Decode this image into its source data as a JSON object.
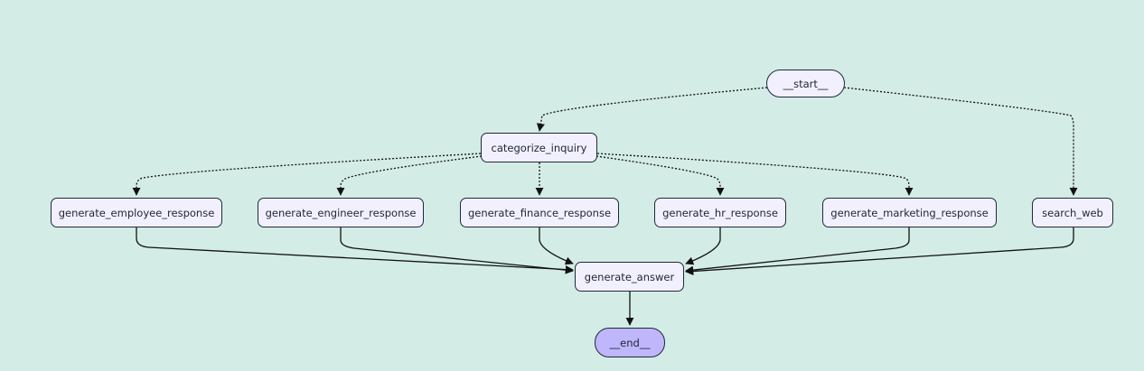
{
  "graph": {
    "nodes": {
      "start": "__start__",
      "categorize": "categorize_inquiry",
      "employee": "generate_employee_response",
      "engineer": "generate_engineer_response",
      "finance": "generate_finance_response",
      "hr": "generate_hr_response",
      "marketing": "generate_marketing_response",
      "search": "search_web",
      "answer": "generate_answer",
      "end": "__end__"
    }
  },
  "colors": {
    "node_fill": "#f2f0ff",
    "terminal_end_fill": "#bfb6fc",
    "border": "#1f2a3a",
    "grid": "#d6efe8"
  }
}
